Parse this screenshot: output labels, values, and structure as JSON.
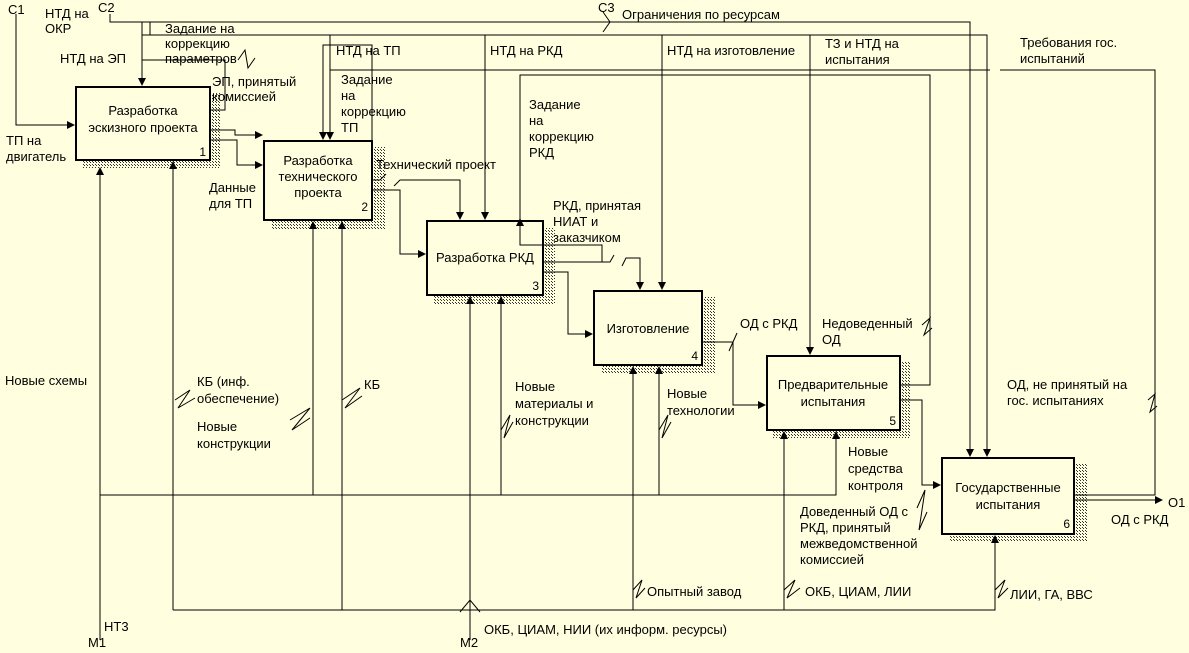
{
  "boxes": [
    {
      "id": "1",
      "lines": [
        "Разработка",
        "эскизного проекта"
      ],
      "number": "1"
    },
    {
      "id": "2",
      "lines": [
        "Разработка",
        "технического",
        "проекта"
      ],
      "number": "2"
    },
    {
      "id": "3",
      "lines": [
        "Разработка РКД"
      ],
      "number": "3"
    },
    {
      "id": "4",
      "lines": [
        "Изготовление"
      ],
      "number": "4"
    },
    {
      "id": "5",
      "lines": [
        "Предварительные",
        "испытания"
      ],
      "number": "5"
    },
    {
      "id": "6",
      "lines": [
        "Государственные",
        "испытания"
      ],
      "number": "6"
    }
  ],
  "boundary": {
    "c1": "C1",
    "c2": "C2",
    "c3": "C3",
    "m1": "M1",
    "m2": "M2",
    "o1": "O1"
  },
  "labels": {
    "ntd_okr": [
      "НТД на",
      "ОКР"
    ],
    "ntd_ep": "НТД на ЭП",
    "tp_dvig": [
      "ТП на",
      "двигатель"
    ],
    "zad_korr_param": [
      "Задание на",
      "коррекцию",
      "параметров"
    ],
    "ep_prin": [
      "ЭП, принятый",
      "комиссией"
    ],
    "ntd_tp": "НТД на ТП",
    "zad_korr_tp": [
      "Задание",
      "на",
      "коррекцию",
      "ТП"
    ],
    "ntd_rkd": "НТД на РКД",
    "zad_korr_rkd": [
      "Задание",
      "на",
      "коррекцию",
      "РКД"
    ],
    "ogr_res": "Ограничения по ресурсам",
    "ntd_izg": "НТД на изготовление",
    "tz_ntd": [
      "ТЗ и  НТД на",
      "испытания"
    ],
    "treb_gos": [
      "Требования гос.",
      "испытаний"
    ],
    "dannye_tp": [
      "Данные",
      "для ТП"
    ],
    "tech_proekt": "Технический проект",
    "rkd_prin": [
      "РКД, принятая",
      "НИАТ и",
      "заказчиком"
    ],
    "od_rkd": "ОД с РКД",
    "nedoved": [
      "Недоведенный",
      "ОД"
    ],
    "od_ne_prin": [
      "ОД, не принятый на",
      "гос. испытаниях"
    ],
    "novye_shemy": "Новые схемы",
    "kb_inf": [
      "КБ (инф.",
      "обеспечение)"
    ],
    "kb": "КБ",
    "novye_konstr": [
      "Новые",
      "конструкции"
    ],
    "novye_mat": [
      "Новые",
      "материалы и",
      "конструкции"
    ],
    "novye_tech": [
      "Новые",
      "технологии"
    ],
    "novye_sredstva": [
      "Новые",
      "средства",
      "контроля"
    ],
    "dovedennyi": [
      "Доведенный ОД с",
      "РКД, принятый",
      "межведомственной",
      "комиссией"
    ],
    "opytnyi": "Опытный завод",
    "okb_ciam_lii": "ОКБ, ЦИАМ, ЛИИ",
    "lii_ga": "ЛИИ, ГА, ВВС",
    "okb_ciam_nii": "ОКБ, ЦИАМ, НИИ (их информ. ресурсы)",
    "nt3": "НТ3",
    "od_rkd_out": "ОД с РКД"
  }
}
